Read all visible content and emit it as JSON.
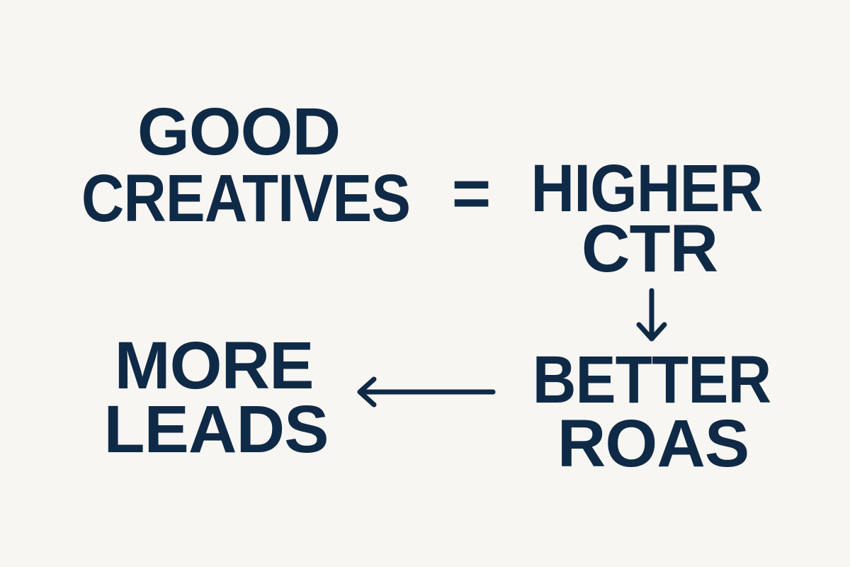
{
  "diagram": {
    "good": "GOOD",
    "creatives": "CREATIVES",
    "equals": "=",
    "higher": "HIGHER",
    "ctr": "CTR",
    "better": "BETTER",
    "roas": "ROAS",
    "more": "MORE",
    "leads": "LEADS"
  },
  "colors": {
    "text": "#0f2a47",
    "background": "#f8f6f2"
  }
}
